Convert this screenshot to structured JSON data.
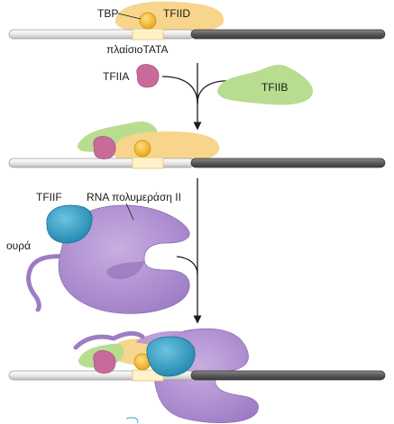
{
  "labels": {
    "tbp": "TBP",
    "tfiid": "TFIID",
    "tata_box": "πλαίσιοTATA",
    "tfiia": "TFIIA",
    "tfiib": "TFIIB",
    "tfiif": "TFIIF",
    "rna_pol": "RNA πολυμεράση II",
    "tail": "ουρά"
  },
  "colors": {
    "dna_light": "#e8e8e8",
    "dna_dark": "#5c5c5c",
    "tata_box": "#fff2c8",
    "tfiid": "#f7d58c",
    "tbp": "#f2b632",
    "tfiia": "#c86a9a",
    "tfiib": "#b8dc90",
    "tfiif": "#3aa3c8",
    "rna_pol": "#b494d4",
    "arrow": "#1a1a1a"
  }
}
